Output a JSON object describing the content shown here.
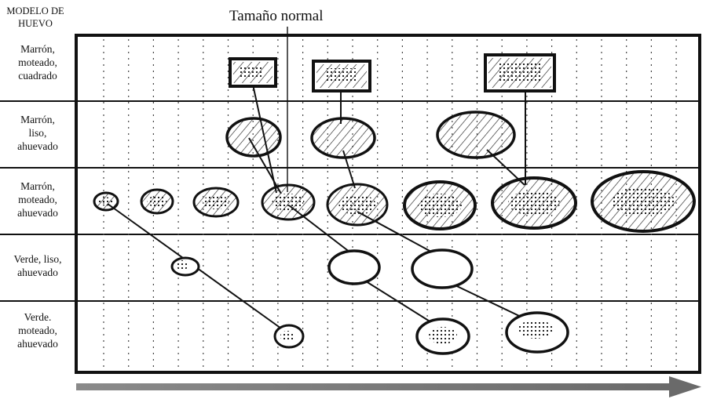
{
  "diagram": {
    "corner_header": [
      "MODELO DE",
      "HUEVO"
    ],
    "reference_label": "Tamaño normal",
    "rows": [
      {
        "label": [
          "Marrón,",
          "moteado,",
          "cuadrado"
        ]
      },
      {
        "label": [
          "Marrón,",
          "liso,",
          "ahuevado"
        ]
      },
      {
        "label": [
          "Marrón,",
          "moteado,",
          "ahuevado"
        ]
      },
      {
        "label": [
          "Verde, liso,",
          "ahuevado"
        ]
      },
      {
        "label": [
          "Verde.",
          "moteado,",
          "ahuevado"
        ]
      }
    ]
  }
}
